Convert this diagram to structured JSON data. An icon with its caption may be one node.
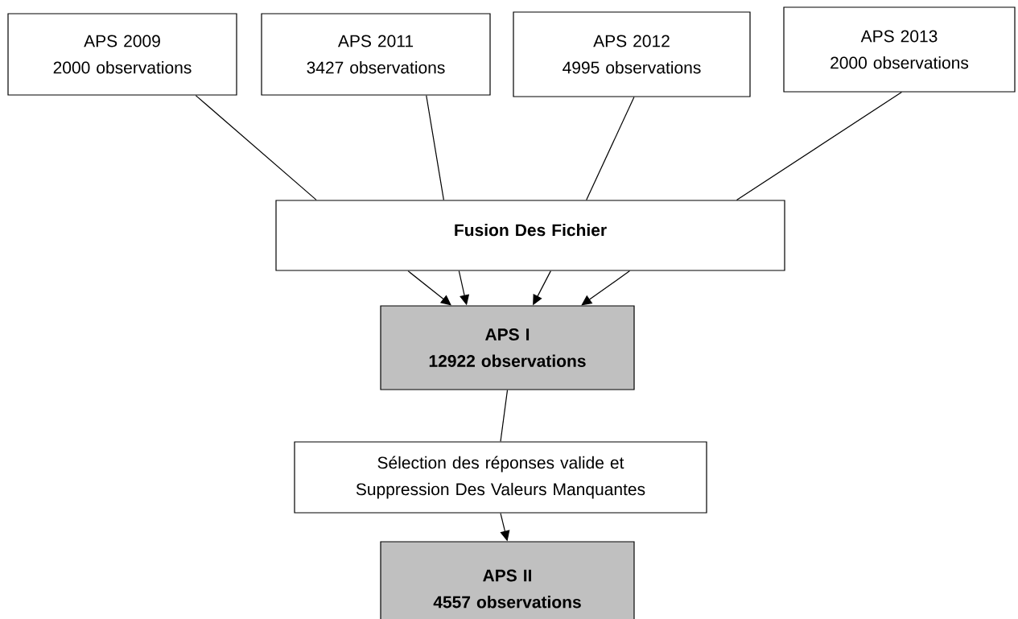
{
  "diagram": {
    "nodes": [
      {
        "text": [
          "APS 2009",
          "2000 observations"
        ]
      },
      {
        "text": [
          "APS 2011",
          "3427 observations"
        ]
      },
      {
        "text": [
          "APS 2012",
          "4995 observations"
        ]
      },
      {
        "text": [
          "APS 2013",
          "2000 observations"
        ]
      },
      {
        "text": [
          "Fusion Des Fichier"
        ]
      },
      {
        "text": [
          "APS I",
          "12922 observations"
        ]
      },
      {
        "text": [
          "Sélection des réponses valide et Suppression Des Valeurs Manquantes"
        ]
      },
      {
        "text": [
          "APS II",
          "4557 observations"
        ]
      }
    ],
    "edges": [
      {
        "from": 0,
        "to": 4,
        "arrow": "none"
      },
      {
        "from": 1,
        "to": 4,
        "arrow": "none"
      },
      {
        "from": 2,
        "to": 4,
        "arrow": "none"
      },
      {
        "from": 3,
        "to": 4,
        "arrow": "none"
      },
      {
        "from": 4,
        "to": 5,
        "arrow": "to"
      },
      {
        "from": 4,
        "to": 5,
        "arrow": "to"
      },
      {
        "from": 4,
        "to": 5,
        "arrow": "to"
      },
      {
        "from": 4,
        "to": 5,
        "arrow": "to"
      },
      {
        "from": 5,
        "to": 6,
        "arrow": "none"
      },
      {
        "from": 6,
        "to": 7,
        "arrow": "to"
      }
    ]
  }
}
